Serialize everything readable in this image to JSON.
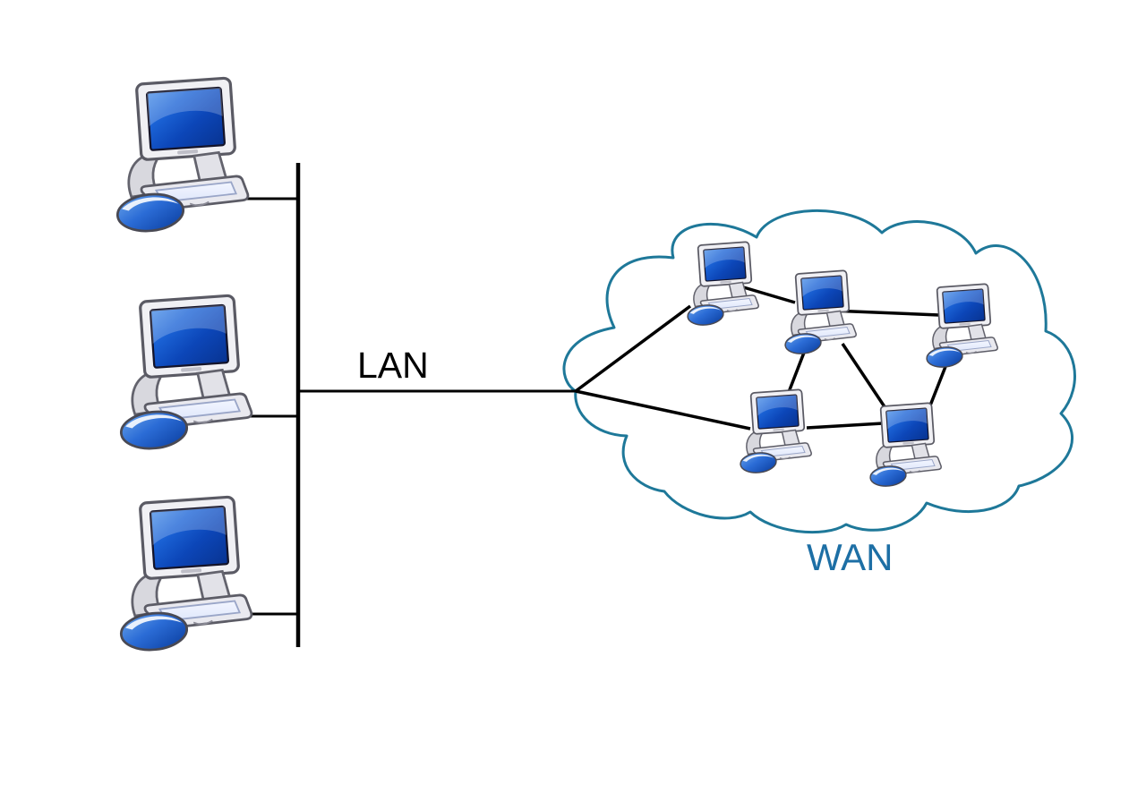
{
  "diagram": {
    "title": "LAN connected to WAN network diagram",
    "background_color": "#ffffff",
    "connection_color": "#000000",
    "colors": {
      "screen_blue": "#0c46b8",
      "case_gray": "#f0f0f4",
      "outline_gray": "#5a5a64"
    },
    "lan": {
      "label": "LAN",
      "label_color": "#000000",
      "topology": "bus",
      "workstation_count": 3,
      "workstations": [
        {
          "id": "lan-pc-1"
        },
        {
          "id": "lan-pc-2"
        },
        {
          "id": "lan-pc-3"
        }
      ]
    },
    "wan": {
      "label": "WAN",
      "label_color": "#1d6fa5",
      "cloud_outline_color": "#1e7899",
      "node_count": 5,
      "nodes": [
        {
          "id": "wan-pc-top-left"
        },
        {
          "id": "wan-pc-top-middle"
        },
        {
          "id": "wan-pc-top-right"
        },
        {
          "id": "wan-pc-bottom-left"
        },
        {
          "id": "wan-pc-bottom-right"
        }
      ],
      "links": [
        [
          "lan-entry-point",
          "wan-pc-top-left"
        ],
        [
          "lan-entry-point",
          "wan-pc-bottom-left"
        ],
        [
          "wan-pc-top-left",
          "wan-pc-top-middle"
        ],
        [
          "wan-pc-top-middle",
          "wan-pc-top-right"
        ],
        [
          "wan-pc-top-middle",
          "wan-pc-bottom-left"
        ],
        [
          "wan-pc-top-middle",
          "wan-pc-bottom-right"
        ],
        [
          "wan-pc-top-right",
          "wan-pc-bottom-right"
        ],
        [
          "wan-pc-bottom-left",
          "wan-pc-bottom-right"
        ]
      ]
    }
  }
}
